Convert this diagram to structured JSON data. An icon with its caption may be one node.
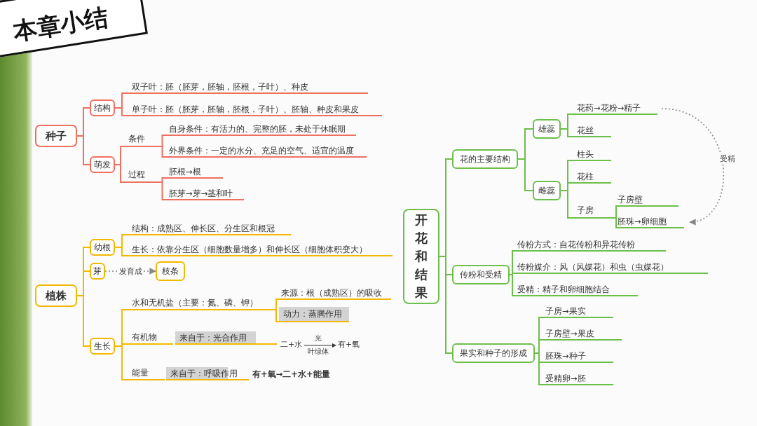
{
  "diagram": {
    "title": "本章小结",
    "nodes": [
      {
        "text": [
          "种子"
        ]
      },
      {
        "text": [
          "结构"
        ]
      },
      {
        "text": [
          "双子叶：胚（胚芽，胚轴，胚根，子叶）、种皮"
        ]
      },
      {
        "text": [
          "单子叶：胚（胚芽，胚轴，胚根，子叶）、胚轴、种皮和果皮"
        ]
      },
      {
        "text": [
          "萌发"
        ]
      },
      {
        "text": [
          "条件"
        ]
      },
      {
        "text": [
          "自身条件：有活力的、完整的胚，未处于休眠期"
        ]
      },
      {
        "text": [
          "外界条件：一定的水分、充足的空气、适宜的温度"
        ]
      },
      {
        "text": [
          "过程"
        ]
      },
      {
        "text": [
          "胚根→根"
        ]
      },
      {
        "text": [
          "胚芽→芽→茎和叶"
        ]
      },
      {
        "text": [
          "植株"
        ]
      },
      {
        "text": [
          "幼根"
        ]
      },
      {
        "text": [
          "结构：成熟区、伸长区、分生区和根冠"
        ]
      },
      {
        "text": [
          "生长：依靠分生区（细胞数量增多）和伸长区（细胞体积变大）"
        ]
      },
      {
        "text": [
          "芽"
        ]
      },
      {
        "text": [
          "枝条"
        ]
      },
      {
        "text": [
          "生长"
        ]
      },
      {
        "text": [
          "水和无机盐（主要：氮、磷、钾）"
        ]
      },
      {
        "text": [
          "来源：根（成熟区）的吸收"
        ]
      },
      {
        "text": [
          "动力：蒸腾作用"
        ]
      },
      {
        "text": [
          "有机物"
        ],
        "beside": [
          "来自于：光合作用",
          "二+水",
          "光",
          "叶绿体",
          "有+氧"
        ]
      },
      {
        "text": [
          "能量"
        ],
        "beside": [
          "来自于：呼吸作用",
          "有+氧→二+水+能量"
        ]
      },
      {
        "text": [
          "开花和结果"
        ]
      },
      {
        "text": [
          "花的主要结构"
        ]
      },
      {
        "text": [
          "雄蕊"
        ]
      },
      {
        "text": [
          "花药→花粉→精子"
        ]
      },
      {
        "text": [
          "花丝"
        ]
      },
      {
        "text": [
          "雌蕊"
        ]
      },
      {
        "text": [
          "柱头"
        ]
      },
      {
        "text": [
          "花柱"
        ]
      },
      {
        "text": [
          "子房"
        ]
      },
      {
        "text": [
          "子房壁"
        ]
      },
      {
        "text": [
          "胚珠→卵细胞"
        ]
      },
      {
        "text": [
          "传粉和受精"
        ]
      },
      {
        "text": [
          "传粉方式：自花传粉和异花传粉"
        ]
      },
      {
        "text": [
          "传粉媒介：风（风媒花）和虫（虫媒花）"
        ]
      },
      {
        "text": [
          "受精：精子和卵细胞结合"
        ]
      },
      {
        "text": [
          "果实和种子的形成"
        ]
      },
      {
        "text": [
          "子房→果实"
        ]
      },
      {
        "text": [
          "子房壁→果皮"
        ]
      },
      {
        "text": [
          "胚珠→种子"
        ]
      },
      {
        "text": [
          "受精卵→胚"
        ]
      }
    ],
    "edges": [
      {
        "from": 0,
        "to": 1,
        "arrow": "none",
        "color": "#f0705f"
      },
      {
        "from": 1,
        "to": 2,
        "arrow": "none",
        "color": "#f0705f"
      },
      {
        "from": 1,
        "to": 3,
        "arrow": "none",
        "color": "#f0705f"
      },
      {
        "from": 0,
        "to": 4,
        "arrow": "none",
        "color": "#f0705f"
      },
      {
        "from": 4,
        "to": 5,
        "arrow": "none",
        "color": "#f0705f"
      },
      {
        "from": 5,
        "to": 6,
        "arrow": "none",
        "color": "#f0705f"
      },
      {
        "from": 5,
        "to": 7,
        "arrow": "none",
        "color": "#f0705f"
      },
      {
        "from": 4,
        "to": 8,
        "arrow": "none",
        "color": "#f0705f"
      },
      {
        "from": 8,
        "to": 9,
        "arrow": "none",
        "color": "#f0705f"
      },
      {
        "from": 8,
        "to": 10,
        "arrow": "none",
        "color": "#f0705f"
      },
      {
        "from": 11,
        "to": 12,
        "arrow": "none",
        "color": "#f5b800"
      },
      {
        "from": 12,
        "to": 13,
        "arrow": "none",
        "color": "#f5b800"
      },
      {
        "from": 12,
        "to": 14,
        "arrow": "none",
        "color": "#f5b800"
      },
      {
        "from": 11,
        "to": 15,
        "arrow": "none",
        "color": "#f5b800"
      },
      {
        "from": 15,
        "to": 16,
        "arrow": "to",
        "label": "发育成",
        "style": "dashed",
        "color": "#888888"
      },
      {
        "from": 11,
        "to": 17,
        "arrow": "none",
        "color": "#f5b800"
      },
      {
        "from": 17,
        "to": 18,
        "arrow": "none",
        "color": "#f5b800"
      },
      {
        "from": 18,
        "to": 19,
        "arrow": "none",
        "color": "#f5b800"
      },
      {
        "from": 18,
        "to": 20,
        "arrow": "none",
        "color": "#f5b800"
      },
      {
        "from": 17,
        "to": 21,
        "arrow": "none",
        "color": "#f5b800"
      },
      {
        "from": 17,
        "to": 22,
        "arrow": "none",
        "color": "#f5b800"
      },
      {
        "from": 23,
        "to": 24,
        "arrow": "none"
      },
      {
        "from": 24,
        "to": 25,
        "arrow": "none"
      },
      {
        "from": 25,
        "to": 26,
        "arrow": "none"
      },
      {
        "from": 25,
        "to": 27,
        "arrow": "none"
      },
      {
        "from": 24,
        "to": 28,
        "arrow": "none"
      },
      {
        "from": 28,
        "to": 29,
        "arrow": "none"
      },
      {
        "from": 28,
        "to": 30,
        "arrow": "none"
      },
      {
        "from": 28,
        "to": 31,
        "arrow": "none"
      },
      {
        "from": 31,
        "to": 32,
        "arrow": "none"
      },
      {
        "from": 31,
        "to": 33,
        "arrow": "none"
      },
      {
        "from": 23,
        "to": 34,
        "arrow": "none"
      },
      {
        "from": 34,
        "to": 35,
        "arrow": "none"
      },
      {
        "from": 34,
        "to": 36,
        "arrow": "none"
      },
      {
        "from": 34,
        "to": 37,
        "arrow": "none"
      },
      {
        "from": 23,
        "to": 38,
        "arrow": "none"
      },
      {
        "from": 38,
        "to": 39,
        "arrow": "none"
      },
      {
        "from": 38,
        "to": 40,
        "arrow": "none"
      },
      {
        "from": 38,
        "to": 41,
        "arrow": "none"
      },
      {
        "from": 38,
        "to": 42,
        "arrow": "none"
      },
      {
        "from": 26,
        "to": 33,
        "arrow": "to",
        "label": "受精",
        "style": "dashed",
        "color": "#888888"
      }
    ]
  }
}
